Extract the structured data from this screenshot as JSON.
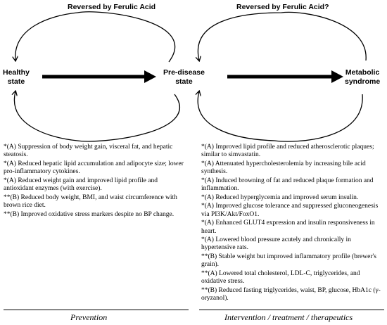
{
  "diagram": {
    "top_titles": {
      "left": "Reversed by Ferulic Acid",
      "right": "Reversed by Ferulic Acid?"
    },
    "nodes": {
      "healthy": [
        "Healthy",
        "state"
      ],
      "predisease": [
        "Pre-disease",
        "state"
      ],
      "metabolic": [
        "Metabolic",
        "syndrome"
      ]
    }
  },
  "prevention": {
    "items": [
      "*(A) Suppression of body weight gain, visceral fat, and hepatic steatosis.",
      "*(A) Reduced hepatic lipid accumulation and adipocyte size; lower pro-inflammatory cytokines.",
      "*(A) Reduced weight gain and improved lipid profile and antioxidant enzymes (with exercise).",
      "**(B) Reduced body weight, BMI, and waist circumference with brown rice diet.",
      "**(B) Improved oxidative stress markers despite no BP change."
    ],
    "footer": "Prevention"
  },
  "intervention": {
    "items": [
      "*(A) Improved lipid profile and reduced atherosclerotic plaques; similar to simvastatin.",
      "*(A) Attenuated hypercholesterolemia by increasing bile acid synthesis.",
      "*(A) Induced browning of fat and reduced plaque formation and inflammation.",
      "*(A) Reduced hyperglycemia and improved serum insulin.",
      "*(A) Improved glucose tolerance and suppressed gluconeogenesis via PI3K/Akt/FoxO1.",
      "*(A) Enhanced GLUT4 expression and insulin responsiveness in heart.",
      "*(A) Lowered blood pressure acutely and chronically in hypertensive rats.",
      "**(B) Stable weight but improved inflammatory profile (brewer's grain).",
      "**(A) Lowered total cholesterol, LDL-C, triglycerides, and oxidative stress.",
      "**(B) Reduced fasting triglycerides, waist, BP, glucose, HbA1c (γ-oryzanol)."
    ],
    "footer": "Intervention / treatment / therapeutics"
  }
}
